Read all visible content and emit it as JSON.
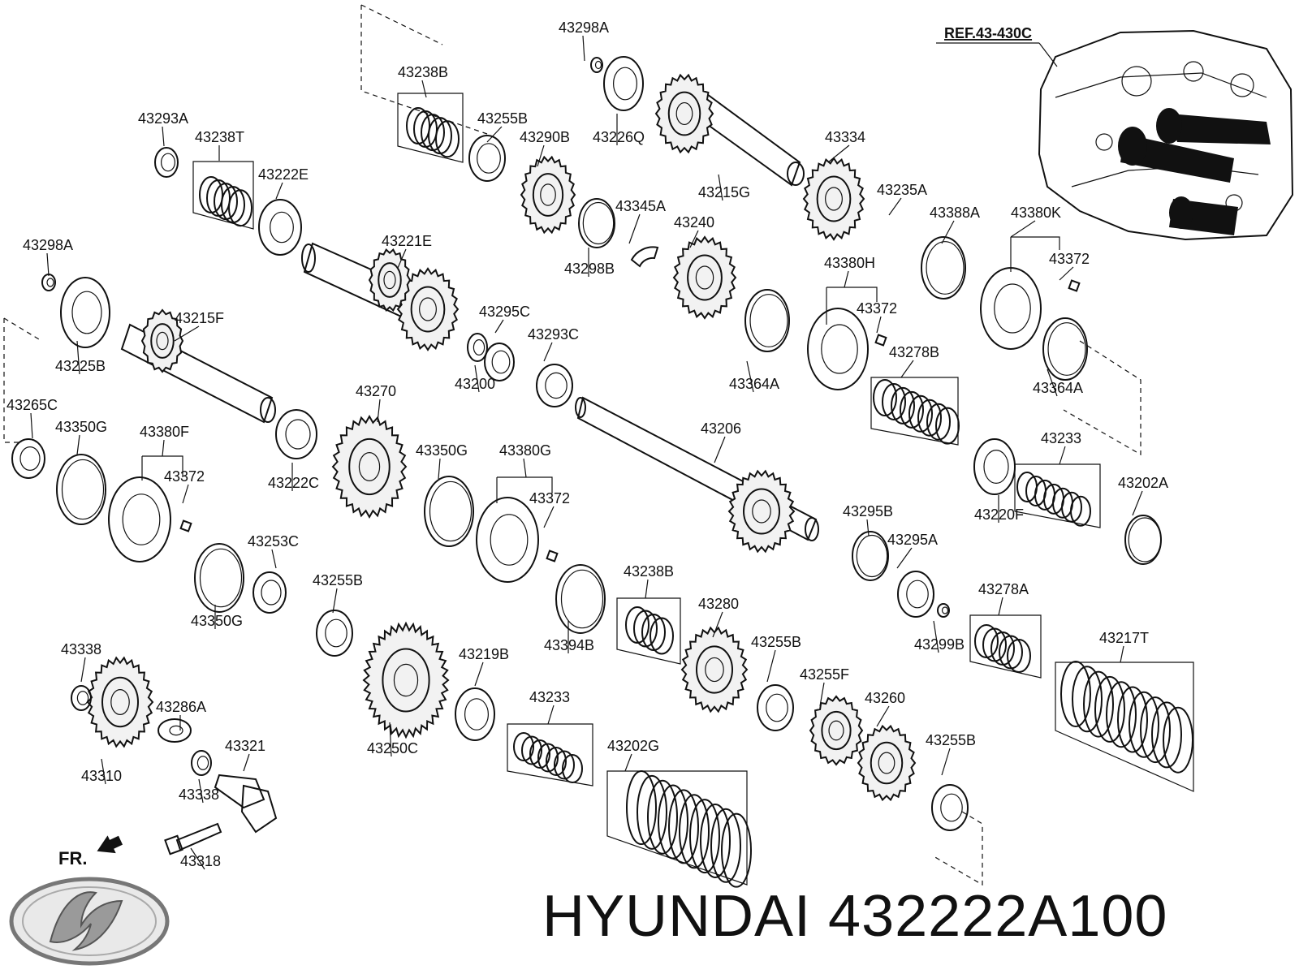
{
  "ref_label": "REF.43-430C",
  "front_label": "FR.",
  "brand_title": "HYUNDAI 432222A100",
  "parts": [
    {
      "id": "p01",
      "label": "43298A"
    },
    {
      "id": "p02",
      "label": "43238B"
    },
    {
      "id": "p03",
      "label": "43226Q"
    },
    {
      "id": "p04",
      "label": "43255B"
    },
    {
      "id": "p05",
      "label": "43290B"
    },
    {
      "id": "p06",
      "label": "43215G"
    },
    {
      "id": "p07",
      "label": "43334"
    },
    {
      "id": "p08",
      "label": "43293A"
    },
    {
      "id": "p09",
      "label": "43238T"
    },
    {
      "id": "p10",
      "label": "43222E"
    },
    {
      "id": "p11",
      "label": "43345A"
    },
    {
      "id": "p12",
      "label": "43298B"
    },
    {
      "id": "p13",
      "label": "43240"
    },
    {
      "id": "p14",
      "label": "43235A"
    },
    {
      "id": "p15",
      "label": "43388A"
    },
    {
      "id": "p16",
      "label": "43380K"
    },
    {
      "id": "p17",
      "label": "43298A"
    },
    {
      "id": "p18",
      "label": "43221E"
    },
    {
      "id": "p19",
      "label": "43372"
    },
    {
      "id": "p20",
      "label": "43380H"
    },
    {
      "id": "p21",
      "label": "43372"
    },
    {
      "id": "p22",
      "label": "43225B"
    },
    {
      "id": "p23",
      "label": "43215F"
    },
    {
      "id": "p24",
      "label": "43295C"
    },
    {
      "id": "p25",
      "label": "43293C"
    },
    {
      "id": "p26",
      "label": "43200"
    },
    {
      "id": "p27",
      "label": "43364A"
    },
    {
      "id": "p28",
      "label": "43278B"
    },
    {
      "id": "p29",
      "label": "43364A"
    },
    {
      "id": "p30",
      "label": "43265C"
    },
    {
      "id": "p31",
      "label": "43350G"
    },
    {
      "id": "p32",
      "label": "43380F"
    },
    {
      "id": "p33",
      "label": "43270"
    },
    {
      "id": "p34",
      "label": "43372"
    },
    {
      "id": "p35",
      "label": "43350G"
    },
    {
      "id": "p36",
      "label": "43380G"
    },
    {
      "id": "p37",
      "label": "43206"
    },
    {
      "id": "p38",
      "label": "43233"
    },
    {
      "id": "p39",
      "label": "43222C"
    },
    {
      "id": "p40",
      "label": "43372"
    },
    {
      "id": "p41",
      "label": "43220F"
    },
    {
      "id": "p42",
      "label": "43202A"
    },
    {
      "id": "p43",
      "label": "43253C"
    },
    {
      "id": "p44",
      "label": "43295B"
    },
    {
      "id": "p45",
      "label": "43295A"
    },
    {
      "id": "p46",
      "label": "43350G"
    },
    {
      "id": "p47",
      "label": "43255B"
    },
    {
      "id": "p48",
      "label": "43238B"
    },
    {
      "id": "p49",
      "label": "43278A"
    },
    {
      "id": "p50",
      "label": "43280"
    },
    {
      "id": "p51",
      "label": "43394B"
    },
    {
      "id": "p52",
      "label": "43299B"
    },
    {
      "id": "p53",
      "label": "43217T"
    },
    {
      "id": "p54",
      "label": "43338"
    },
    {
      "id": "p55",
      "label": "43255B"
    },
    {
      "id": "p56",
      "label": "43219B"
    },
    {
      "id": "p57",
      "label": "43286A"
    },
    {
      "id": "p58",
      "label": "43255F"
    },
    {
      "id": "p59",
      "label": "43233"
    },
    {
      "id": "p60",
      "label": "43260"
    },
    {
      "id": "p61",
      "label": "43321"
    },
    {
      "id": "p62",
      "label": "43310"
    },
    {
      "id": "p63",
      "label": "43250C"
    },
    {
      "id": "p64",
      "label": "43255B"
    },
    {
      "id": "p65",
      "label": "43202G"
    },
    {
      "id": "p66",
      "label": "43338"
    },
    {
      "id": "p67",
      "label": "43318"
    }
  ]
}
